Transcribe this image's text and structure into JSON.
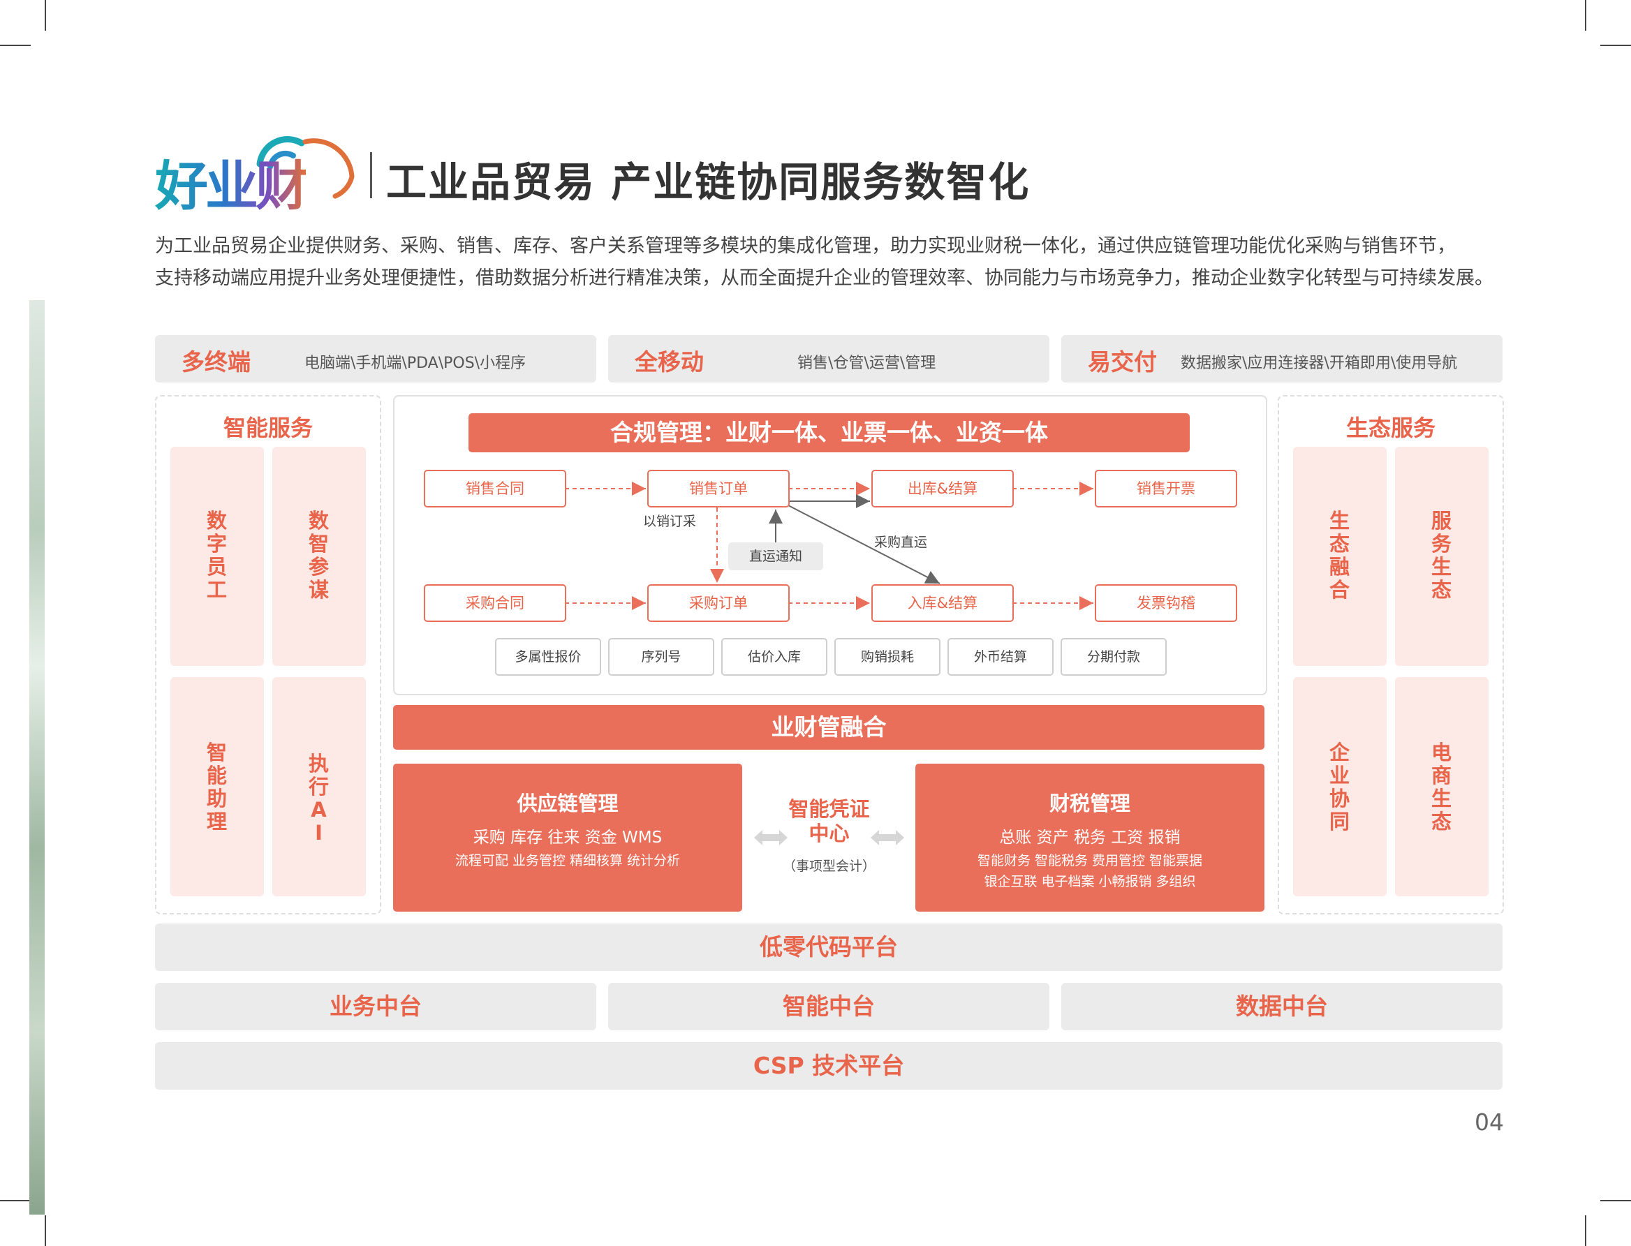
{
  "logo": {
    "text": "好业财"
  },
  "title": "工业品贸易   产业链协同服务数智化",
  "description": [
    "为工业品贸易企业提供财务、采购、销售、库存、客户关系管理等多模块的集成化管理，助力实现业财税一体化，通过供应链管理功能优化采购与销售环节，",
    "支持移动端应用提升业务处理便捷性，借助数据分析进行精准决策，从而全面提升企业的管理效率、协同能力与市场竞争力，推动企业数字化转型与可持续发展。"
  ],
  "top_bars": [
    {
      "title": "多终端",
      "sub": "电脑端\\手机端\\PDA\\POS\\小程序"
    },
    {
      "title": "全移动",
      "sub": "销售\\仓管\\运营\\管理"
    },
    {
      "title": "易交付",
      "sub": "数据搬家\\应用连接器\\开箱即用\\使用导航"
    }
  ],
  "left_panel": {
    "title": "智能服务",
    "items": [
      "数字员工",
      "数智参谋",
      "智能助理",
      "执行AI"
    ]
  },
  "right_panel": {
    "title": "生态服务",
    "items": [
      "生态融合",
      "服务生态",
      "企业协同",
      "电商生态"
    ]
  },
  "compliance": "合规管理：业财一体、业票一体、业资一体",
  "flow": {
    "row1": [
      "销售合同",
      "销售订单",
      "出库&结算",
      "销售开票"
    ],
    "row2": [
      "采购合同",
      "采购订单",
      "入库&结算",
      "发票钩稽"
    ],
    "label_sale_to_purchase": "以销订采",
    "label_direct": "采购直运",
    "notice": "直运通知"
  },
  "chips": [
    "多属性报价",
    "序列号",
    "估价入库",
    "购销损耗",
    "外币结算",
    "分期付款"
  ],
  "fusion": "业财管融合",
  "supply_chain": {
    "title": "供应链管理",
    "line1": "采购   库存   往来   资金   WMS",
    "line2": "流程可配   业务管控   精细核算   统计分析"
  },
  "voucher": {
    "title": "智能凭证中心",
    "title_l1": "智能凭证",
    "title_l2": "中心",
    "sub": "（事项型会计）"
  },
  "finance_tax": {
    "title": "财税管理",
    "line1": "总账   资产   税务   工资   报销",
    "line2": "智能财务   智能税务   费用管控   智能票据",
    "line3": "银企互联   电子档案   小畅报销   多组织"
  },
  "platforms": {
    "lowcode": "低零代码平台",
    "middle": [
      "业务中台",
      "智能中台",
      "数据中台"
    ],
    "csp": "CSP 技术平台"
  },
  "page_number": "04",
  "colors": {
    "accent": "#ea6f5a",
    "accent_text": "#e8644a",
    "pink_bg": "#fde9e6",
    "gray_bg": "#ebebeb"
  }
}
